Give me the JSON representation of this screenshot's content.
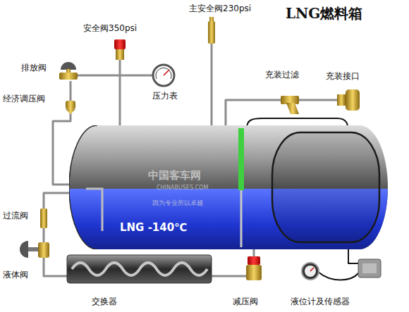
{
  "diagram": {
    "title": "LNG燃料箱",
    "nodes": [
      {
        "text": [
          "LNG -140℃"
        ]
      }
    ],
    "labels": [
      "主安全阀230psi",
      "安全阀350psi",
      "排放阀",
      "压力表",
      "充装过滤",
      "充装接口",
      "经济调压阀",
      "过流阀",
      "液体阀",
      "交换器",
      "减压阀",
      "液位计及传感器",
      "中国客车网",
      "CHINABUSES.COM",
      "因为专业所以卓越"
    ]
  }
}
